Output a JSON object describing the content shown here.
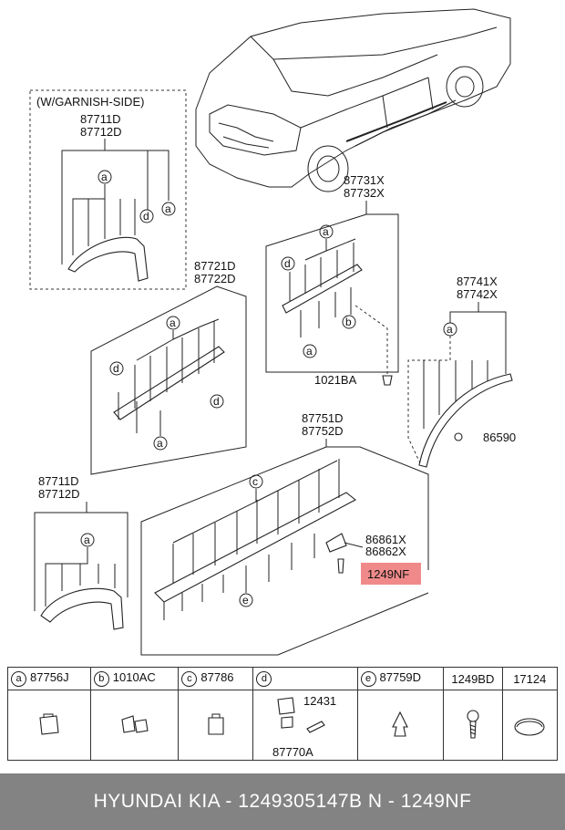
{
  "diagram": {
    "garnish_box_title": "(W/GARNISH-SIDE)",
    "garnish_part_a": "87711D",
    "garnish_part_b": "87712D",
    "door_lower_a": "87721D",
    "door_lower_b": "87722D",
    "rear_door_a": "87731X",
    "rear_door_b": "87732X",
    "fastener_1021": "1021BA",
    "rear_arch_a": "87741X",
    "rear_arch_b": "87742X",
    "screw_86590": "86590",
    "front_arch_a": "87711D",
    "front_arch_b": "87712D",
    "sill_a": "87751D",
    "sill_b": "87752D",
    "bracket_a": "86861X",
    "bracket_b": "86862X",
    "highlighted_part": "1249NF",
    "highlight_color": "#f08a8a",
    "circle_a": "a",
    "circle_b": "b",
    "circle_c": "c",
    "circle_d": "d",
    "circle_e": "e"
  },
  "legend": {
    "columns": [
      {
        "key": "a",
        "code": "87756J"
      },
      {
        "key": "b",
        "code": "1010AC"
      },
      {
        "key": "c",
        "code": "87786"
      },
      {
        "key": "d",
        "code": ""
      },
      {
        "key": "e",
        "code": "87759D"
      },
      {
        "key": "",
        "code": "1249BD"
      },
      {
        "key": "",
        "code": "17124"
      }
    ],
    "d_parts": {
      "upper": "12431",
      "lower": "87770A"
    }
  },
  "footer": {
    "text": "HYUNDAI  KIA - 1249305147B     N - 1249NF"
  }
}
